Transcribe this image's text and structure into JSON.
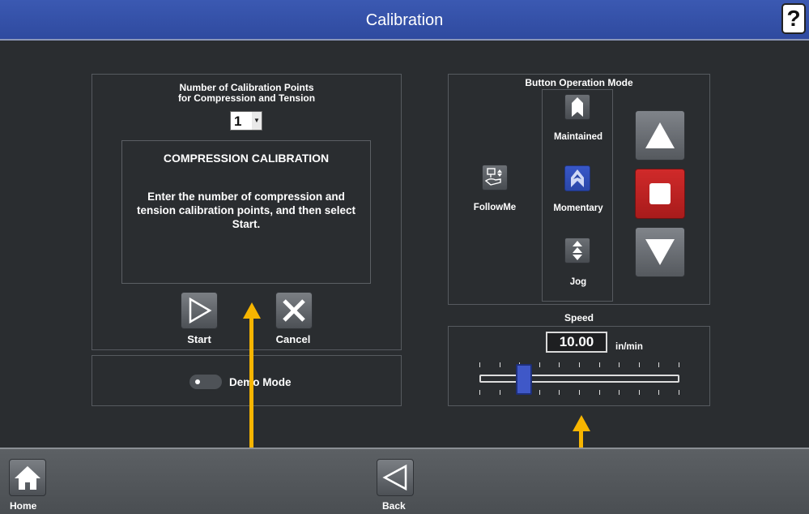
{
  "header": {
    "title": "Calibration",
    "help_label": "?"
  },
  "calibration": {
    "points_label": "Number of Calibration Points\nfor Compression and Tension",
    "points_value": "1",
    "info_title": "COMPRESSION CALIBRATION",
    "info_body": "Enter the number of compression and tension calibration points, and then select Start.",
    "start_label": "Start",
    "cancel_label": "Cancel",
    "demo_label": "Demo Mode"
  },
  "button_mode": {
    "title": "Button Operation Mode",
    "followme_label": "FollowMe",
    "maintained_label": "Maintained",
    "momentary_label": "Momentary",
    "jog_label": "Jog",
    "selected": "Momentary"
  },
  "speed": {
    "title": "Speed",
    "value": "10.00",
    "unit": "in/min",
    "slider_fraction": 0.2
  },
  "bottom": {
    "home_label": "Home",
    "back_label": "Back"
  },
  "colors": {
    "titlebar": "#3b59b2",
    "accent_blue": "#3f58c8",
    "stop_red": "#d02a2a",
    "annotation_arrow": "#f7b500"
  }
}
